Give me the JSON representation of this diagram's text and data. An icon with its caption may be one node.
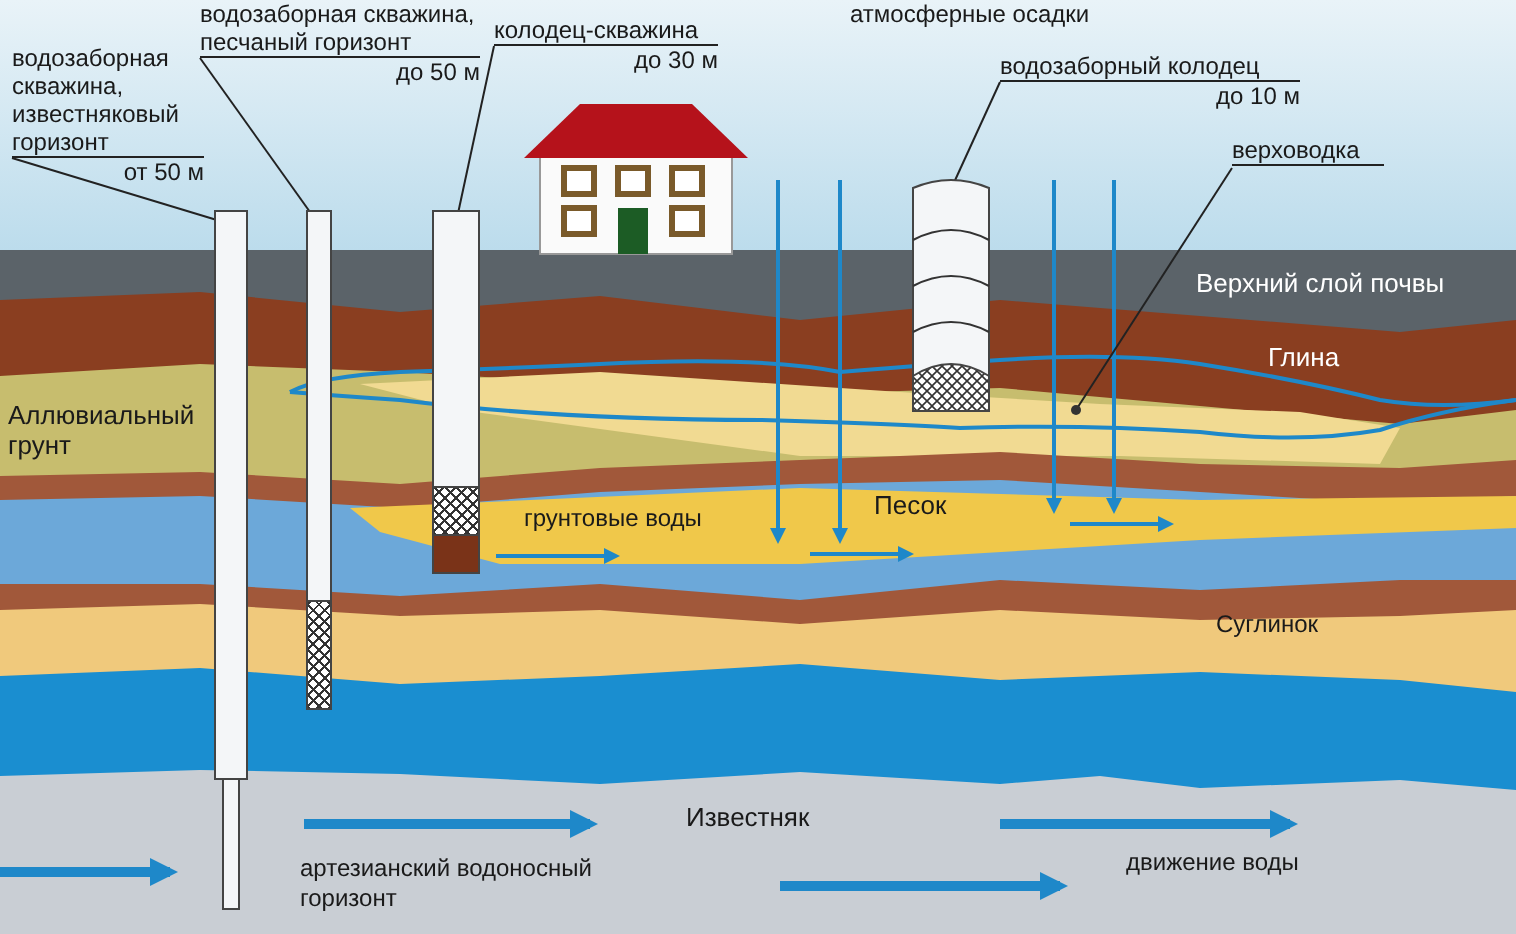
{
  "diagram": {
    "nodes": [
      {
        "text": [
          "водозаборная скважина, известняковый горизонт",
          "от 50 м"
        ]
      },
      {
        "text": [],
        "shape": "bar"
      },
      {
        "text": [
          "водозаборная скважина, песчаный горизонт",
          "до 50 м"
        ]
      },
      {
        "text": [],
        "shape": "bar"
      },
      {
        "text": [
          "колодец-скважина",
          "до 30 м"
        ]
      },
      {
        "text": [],
        "shape": "bar"
      },
      {
        "text": [
          "водозаборный колодец",
          "до 10 м"
        ]
      },
      {
        "text": [],
        "shape": "cylinder"
      },
      {
        "text": [
          "верховодка"
        ]
      }
    ],
    "edges": [
      {
        "from": 0,
        "to": 1,
        "arrow": "other"
      },
      {
        "from": 2,
        "to": 3,
        "arrow": "other"
      },
      {
        "from": 4,
        "to": 5,
        "arrow": "other"
      },
      {
        "from": 6,
        "to": 7,
        "arrow": "other"
      },
      {
        "from": 8,
        "to": null,
        "arrow": "other"
      }
    ],
    "labels": [
      "атмосферные осадки",
      "Верхний слой почвы",
      "Глина",
      "Аллювиальный грунт",
      "грунтовые воды",
      "Песок",
      "Суглинок",
      "Известняк",
      "артезианский водоносный горизонт",
      "движение воды"
    ]
  }
}
